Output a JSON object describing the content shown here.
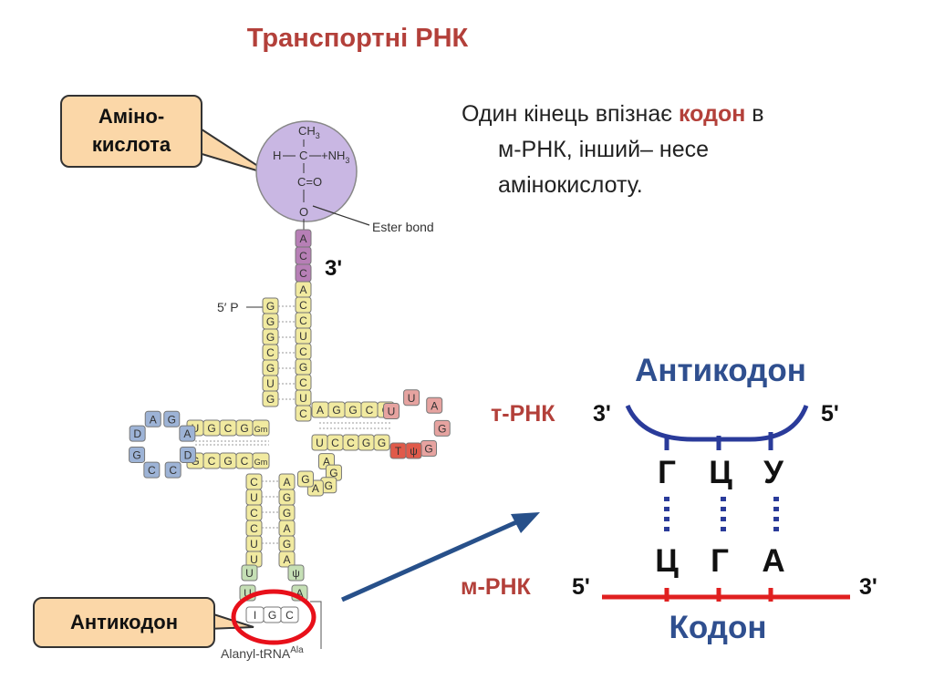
{
  "title": "Транспортні РНК",
  "description": {
    "line1_pre": "Один кінець  впізнає ",
    "line1_hl": "кодон",
    "line1_post": " в",
    "line2": "м-РНК, інший– несе",
    "line3": "амінокислоту."
  },
  "callouts": {
    "amino_line1": "Аміно-",
    "amino_line2": "кислота",
    "anticodon": "Антикодон"
  },
  "trna": {
    "amino_ch3": "CH",
    "amino_sub3": "3",
    "amino_h": "H",
    "amino_c": "C",
    "amino_nh3": "+NH",
    "amino_nh_sub": "3",
    "amino_co": "C=O",
    "amino_o": "O",
    "ester_bond": "Ester bond",
    "three_prime": "3'",
    "five_prime_p": "5′ P",
    "caption_main": "Alanyl-tRNA",
    "caption_sup": "Ala",
    "acc_tail": [
      "A",
      "C",
      "C"
    ],
    "acc_stem_right": [
      "A",
      "C",
      "C",
      "U",
      "C",
      "G",
      "C",
      "U",
      "C"
    ],
    "acc_stem_left": [
      "G",
      "G",
      "G",
      "C",
      "G",
      "U",
      "G"
    ],
    "d_arm_top": [
      "U",
      "G",
      "C",
      "G",
      "Gm"
    ],
    "d_loop": [
      "G",
      "A",
      "D",
      "C",
      "C",
      "G",
      "D",
      "A"
    ],
    "d_arm_bottom": [
      "G",
      "C",
      "G",
      "C",
      "Gm"
    ],
    "t_arm_top": [
      "A",
      "G",
      "G",
      "C",
      "C"
    ],
    "t_loop": [
      "U",
      "U",
      "A",
      "G",
      "G"
    ],
    "t_arm_bottom": [
      "U",
      "C",
      "C",
      "G",
      "G"
    ],
    "t_marked": [
      "T",
      "ψ"
    ],
    "variable": [
      "A",
      "G",
      "G",
      "A",
      "G"
    ],
    "ac_stem_left": [
      "C",
      "U",
      "C",
      "C",
      "U",
      "U"
    ],
    "ac_stem_right": [
      "A",
      "G",
      "G",
      "A",
      "G",
      "A"
    ],
    "ac_loop_side": [
      "I",
      "ψ"
    ],
    "anticodon_bases": [
      "I",
      "G",
      "C"
    ]
  },
  "pairing": {
    "anticodon_title": "Антикодон",
    "codon_title": "Кодон",
    "trna_label": "т-РНК",
    "mrna_label": "м-РНК",
    "trna_end_left": "3'",
    "trna_end_right": "5'",
    "mrna_end_left": "5'",
    "mrna_end_right": "3'",
    "anticodon_bases": [
      "Г",
      "Ц",
      "У"
    ],
    "codon_bases": [
      "Ц",
      "Г",
      "А"
    ]
  },
  "colors": {
    "title": "#b3403a",
    "pair_title": "#2f4f8f",
    "trna_strand": "#2a3b9a",
    "mrna_strand": "#e02020",
    "highlight_ring": "#e8101a",
    "arrow": "#27508a",
    "callout_fill": "#fbd7a8",
    "amino_circle": "#c9b7e3",
    "stem_yellow": "#f1eaa0",
    "d_loop_blue": "#9db3d6",
    "t_loop_pink": "#e6a3a0",
    "ac_loop_green": "#c5dfb5",
    "acc_purple": "#b77fb6"
  }
}
